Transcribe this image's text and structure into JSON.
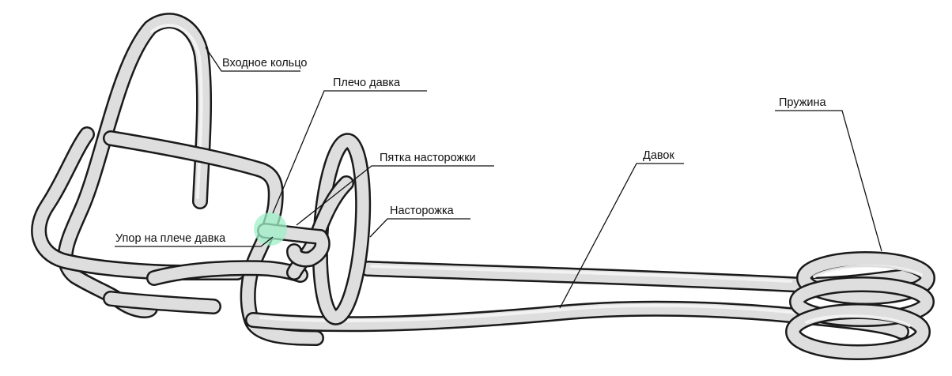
{
  "labels": {
    "inlet_ring": "Входное кольцо",
    "press_arm": "Плечо давка",
    "trigger_heel": "Пятка насторожки",
    "trigger": "Насторожка",
    "stop_on_press_arm": "Упор на плече давка",
    "presser": "Давок",
    "spring": "Пружина"
  },
  "colors": {
    "wire_fill": "#dedede",
    "wire_outline": "#1a1a1a",
    "marker": "#9ff0c8"
  }
}
